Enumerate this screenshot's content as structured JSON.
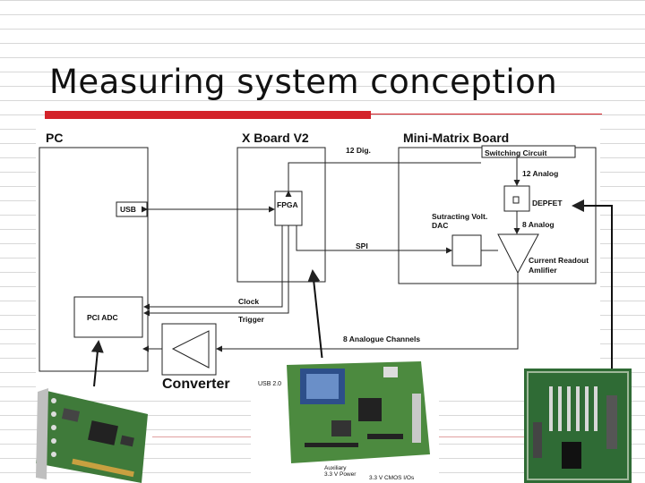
{
  "slide": {
    "title": "Measuring system conception"
  },
  "diagram": {
    "blocks": {
      "pc": "PC",
      "xboard": "X Board V2",
      "minimatrix": "Mini-Matrix Board"
    },
    "components": {
      "usb": "USB",
      "fpga": "FPGA",
      "pci_adc": "PCI ADC",
      "switching": "Switching Circuit",
      "depfet": "DEPFET",
      "dac": "Sutracting Volt.\nDAC",
      "amp": "Current Readout\nAmlifier",
      "converter": "Converter"
    },
    "signals": {
      "dig12": "12 Dig.",
      "analog12": "12 Analog",
      "analog8": "8 Analog",
      "spi": "SPI",
      "clock": "Clock",
      "trigger": "Trigger",
      "channels8": "8 Analogue Channels"
    },
    "photo_labels": {
      "usb2": "USB 2.0",
      "aux": "Auxiliary\n3.3 V Power",
      "cmos": "3.3 V CMOS I/Os"
    }
  },
  "colors": {
    "accent": "#d3232a",
    "pcb_green": "#3f7a3a",
    "line": "#222222"
  }
}
